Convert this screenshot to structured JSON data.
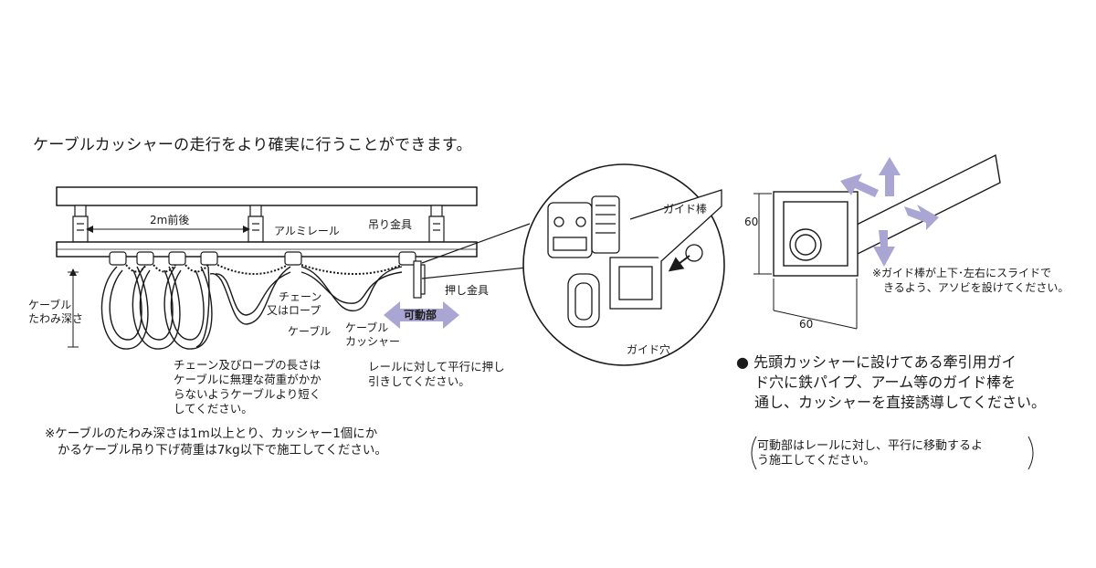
{
  "intro": "ケーブルカッシャーの走行をより確実に行うことができます。",
  "labels": {
    "span": "2m前後",
    "aluminum_rail": "アルミレール",
    "hanger": "吊り金具",
    "sag_line1": "ケーブル",
    "sag_line2": "たわみ深さ",
    "chain_line1": "チェーン",
    "chain_line2": "又はロープ",
    "cable": "ケーブル",
    "carrier_line1": "ケーブル",
    "carrier_line2": "カッシャー",
    "movable": "可動部",
    "push_bracket": "押し金具",
    "guide_rod": "ガイド棒",
    "guide_hole": "ガイド穴",
    "dim_vertical": "60",
    "dim_horizontal": "60"
  },
  "notes": {
    "chain_length": [
      "チェーン及びロープの長さは",
      "ケーブルに無理な荷重がかか",
      "らないようケーブルより短く",
      "してください。"
    ],
    "parallel": [
      "レールに対して平行に押し",
      "引きしてください。"
    ],
    "sag_depth": [
      "※ケーブルのたわみ深さは1m以上とり、カッシャー1個にか",
      "かるケーブル吊り下げ荷重は7kg以下で施工してください。"
    ],
    "guide_slide": [
      "※ガイド棒が上下･左右にスライドで",
      "きるよう、アソビを設けてください。"
    ],
    "lead_carrier": [
      "● 先頭カッシャーに設けてある牽引用ガイ",
      "ド穴に鉄パイプ、アーム等のガイド棒を",
      "通し、カッシャーを直接誘導してください。"
    ],
    "movable_parallel": [
      "可動部はレールに対し、平行に移動するよ",
      "う施工してください。"
    ]
  },
  "colors": {
    "arrow": "#a9a6d3",
    "line": "#1a1a1a",
    "fill": "#ffffff"
  }
}
